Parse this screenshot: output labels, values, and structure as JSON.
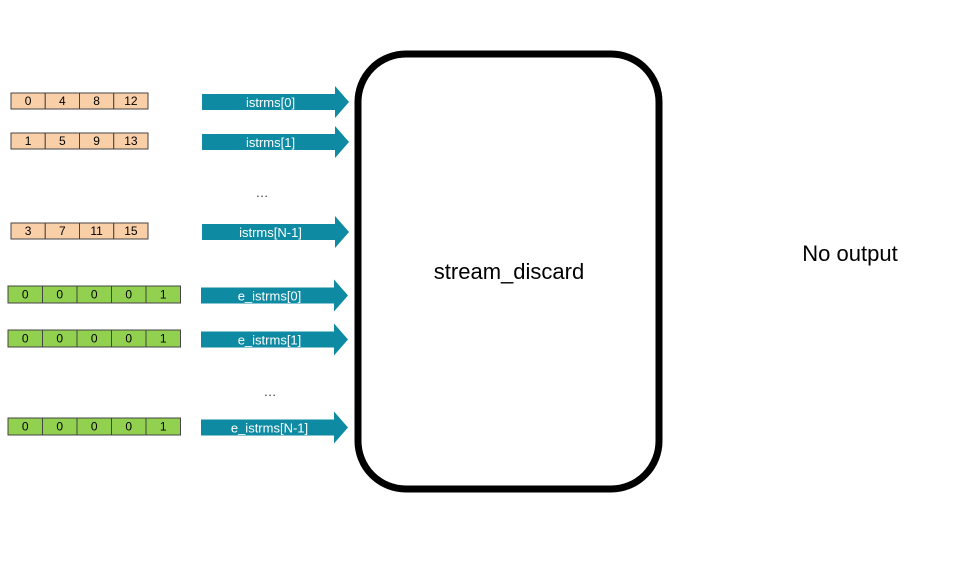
{
  "colors": {
    "data_cell_fill": "#f9cfa8",
    "data_cell_stroke": "#444444",
    "end_cell_fill": "#92d050",
    "end_cell_stroke": "#444444",
    "arrow_fill": "#0f8aa3",
    "block_stroke": "#000000"
  },
  "data_streams": [
    {
      "values": [
        "0",
        "4",
        "8",
        "12"
      ],
      "arrow_label": "istrms[0]"
    },
    {
      "values": [
        "1",
        "5",
        "9",
        "13"
      ],
      "arrow_label": "istrms[1]"
    },
    {
      "values": [
        "3",
        "7",
        "11",
        "15"
      ],
      "arrow_label": "istrms[N-1]"
    }
  ],
  "end_streams": [
    {
      "values": [
        "0",
        "0",
        "0",
        "0",
        "1"
      ],
      "arrow_label": "e_istrms[0]"
    },
    {
      "values": [
        "0",
        "0",
        "0",
        "0",
        "1"
      ],
      "arrow_label": "e_istrms[1]"
    },
    {
      "values": [
        "0",
        "0",
        "0",
        "0",
        "1"
      ],
      "arrow_label": "e_istrms[N-1]"
    }
  ],
  "ellipsis": "…",
  "block_label": "stream_discard",
  "output_label": "No output"
}
